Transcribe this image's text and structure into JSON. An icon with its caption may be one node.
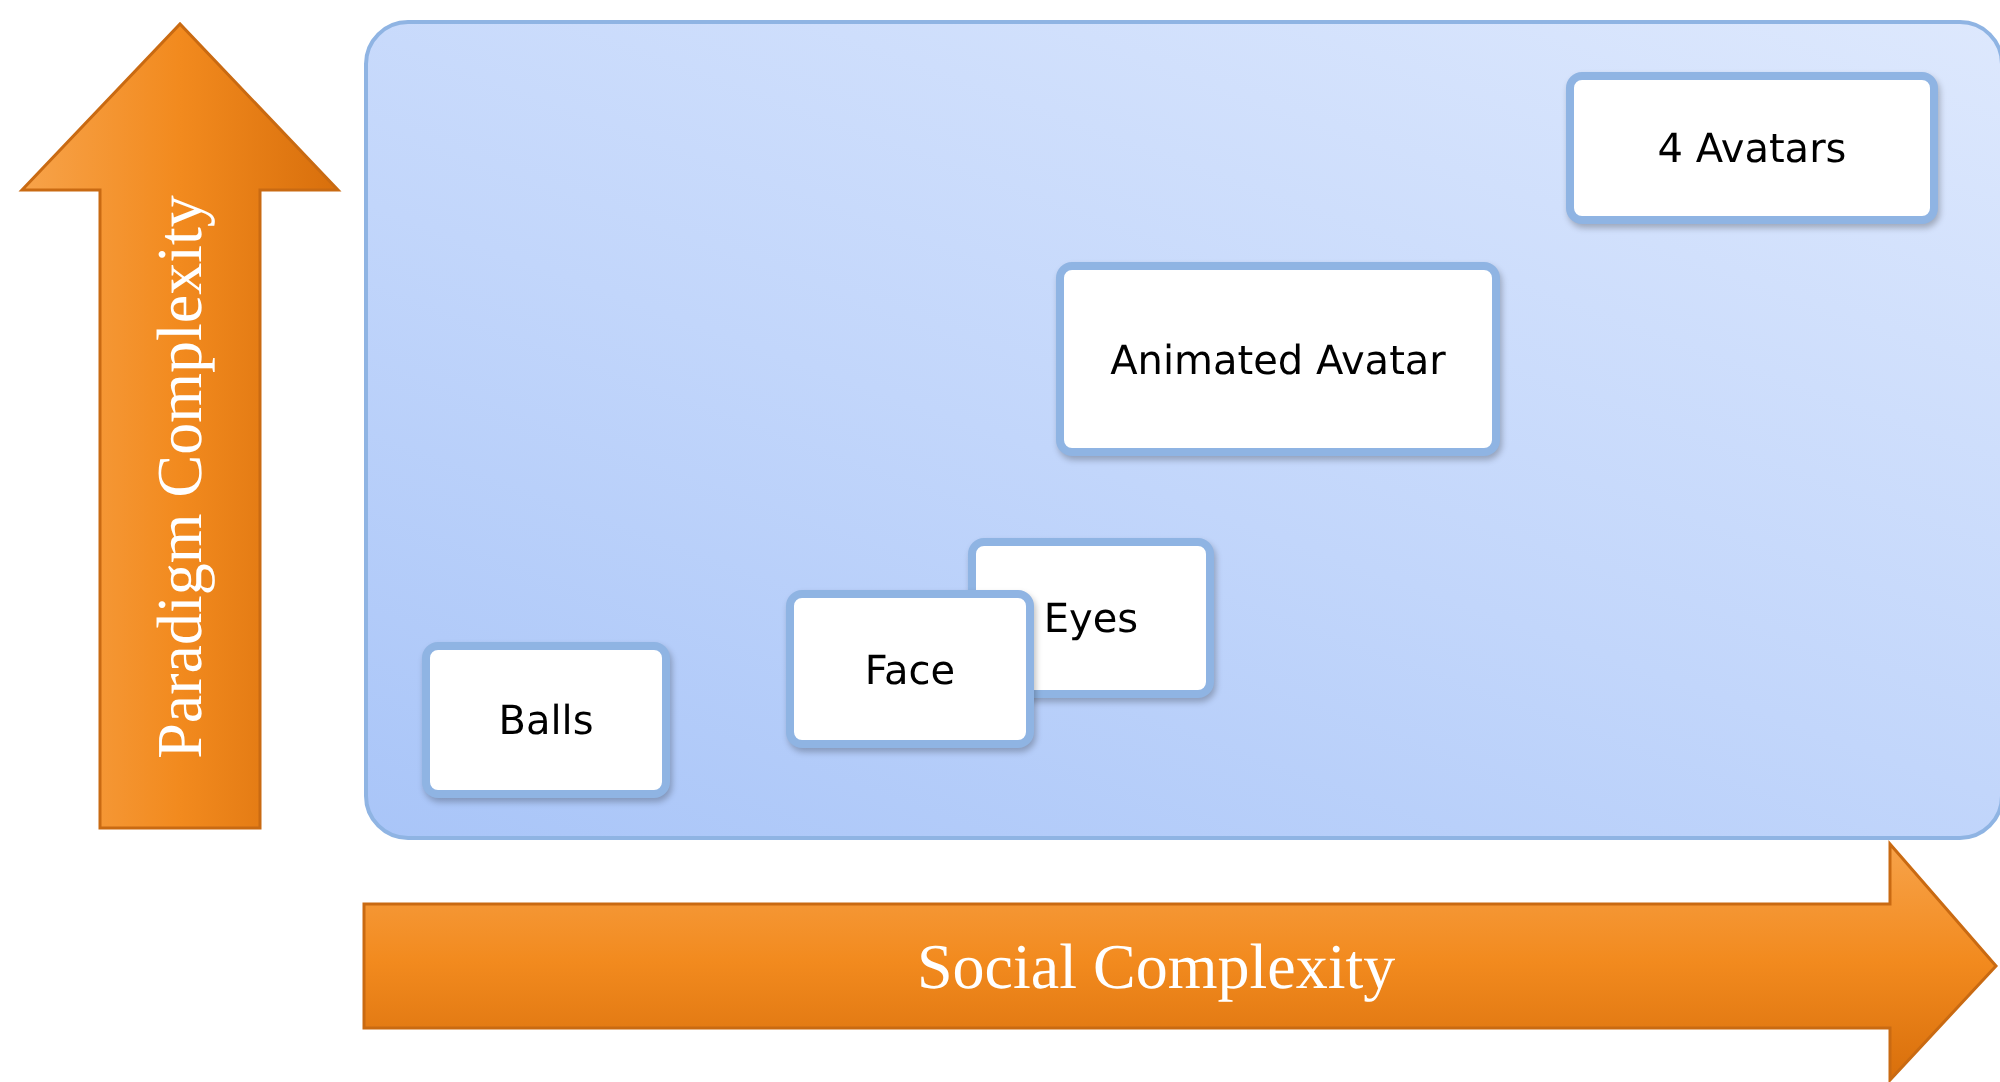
{
  "diagram": {
    "nodes": [
      {
        "text": [
          "4 Avatars"
        ]
      },
      {
        "text": [
          "Animated Avatar"
        ]
      },
      {
        "text": [
          "Eyes"
        ]
      },
      {
        "text": [
          "Face"
        ]
      },
      {
        "text": [
          "Balls"
        ]
      }
    ],
    "labels": [
      "Paradigm Complexity",
      "Social Complexity"
    ]
  }
}
